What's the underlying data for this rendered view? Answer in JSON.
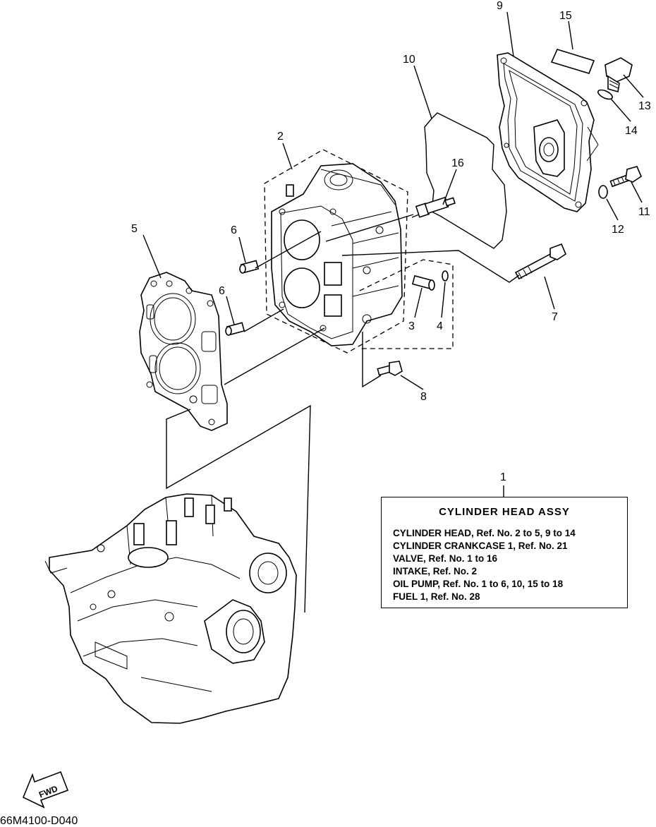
{
  "callouts": [
    "1",
    "2",
    "3",
    "4",
    "5",
    "6",
    "6",
    "7",
    "8",
    "9",
    "10",
    "11",
    "12",
    "13",
    "14",
    "15",
    "16"
  ],
  "legend": {
    "title": "CYLINDER HEAD  ASSY",
    "lines": [
      "CYLINDER HEAD,  Ref. No. 2 to 5, 9 to 14",
      "CYLINDER CRANKCASE 1,  Ref. No. 21",
      "VALVE,  Ref. No. 1 to 16",
      "INTAKE, Ref. No. 2",
      "OIL PUMP, Ref. No. 1 to 6, 10, 15 to 18",
      "FUEL 1,  Ref. No. 28"
    ]
  },
  "fwd_label": "FWD",
  "doc_code": "66M4100-D040"
}
